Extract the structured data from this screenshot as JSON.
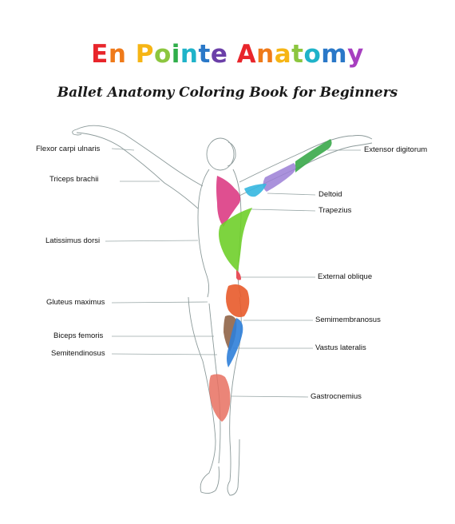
{
  "title": {
    "words": [
      {
        "text": "En",
        "letters": [
          {
            "ch": "E",
            "color": "#e8252b"
          },
          {
            "ch": "n",
            "color": "#ef7a1a"
          }
        ]
      },
      {
        "text": "Pointe",
        "letters": [
          {
            "ch": "P",
            "color": "#f6b515"
          },
          {
            "ch": "o",
            "color": "#8cc63f"
          },
          {
            "ch": "i",
            "color": "#2fae4a"
          },
          {
            "ch": "n",
            "color": "#1fb3c9"
          },
          {
            "ch": "t",
            "color": "#2a78c8"
          },
          {
            "ch": "e",
            "color": "#6b3fa8"
          }
        ]
      },
      {
        "text": "Anatomy",
        "letters": [
          {
            "ch": "A",
            "color": "#e8252b"
          },
          {
            "ch": "n",
            "color": "#ef7a1a"
          },
          {
            "ch": "a",
            "color": "#f6b515"
          },
          {
            "ch": "t",
            "color": "#8cc63f"
          },
          {
            "ch": "o",
            "color": "#1fb3c9"
          },
          {
            "ch": "m",
            "color": "#2a78c8"
          },
          {
            "ch": "y",
            "color": "#a73fc0"
          }
        ]
      }
    ]
  },
  "subtitle": "Ballet Anatomy Coloring Book for Beginners",
  "labels": {
    "flexor_carpi_ulnaris": "Flexor carpi ulnaris",
    "triceps_brachii": "Triceps brachii",
    "latissimus_dorsi": "Latissimus dorsi",
    "gluteus_maximus": "Gluteus maximus",
    "biceps_femoris": "Biceps femoris",
    "semitendinosus": "Semitendinosus",
    "extensor_digitorum": "Extensor digitorum",
    "deltoid": "Deltoid",
    "trapezius": "Trapezius",
    "external_oblique": "External oblique",
    "semimembranosus": "Semimembranosus",
    "vastus_lateralis": "Vastus lateralis",
    "gastrocnemius": "Gastrocnemius"
  },
  "colors": {
    "extensor_digitorum": "#3aa84a",
    "triceps_upper_arm": "#9b7fd6",
    "deltoid": "#35b7e0",
    "trapezius": "#d9307c",
    "latissimus_green": "#6fcf2a",
    "external_oblique": "#e8505a",
    "gluteus": "#e85a2a",
    "semimembranosus": "#8a5a3c",
    "vastus_lateralis": "#2f7fd9",
    "gastrocnemius": "#e87060",
    "outline": "#9aa8a8"
  }
}
